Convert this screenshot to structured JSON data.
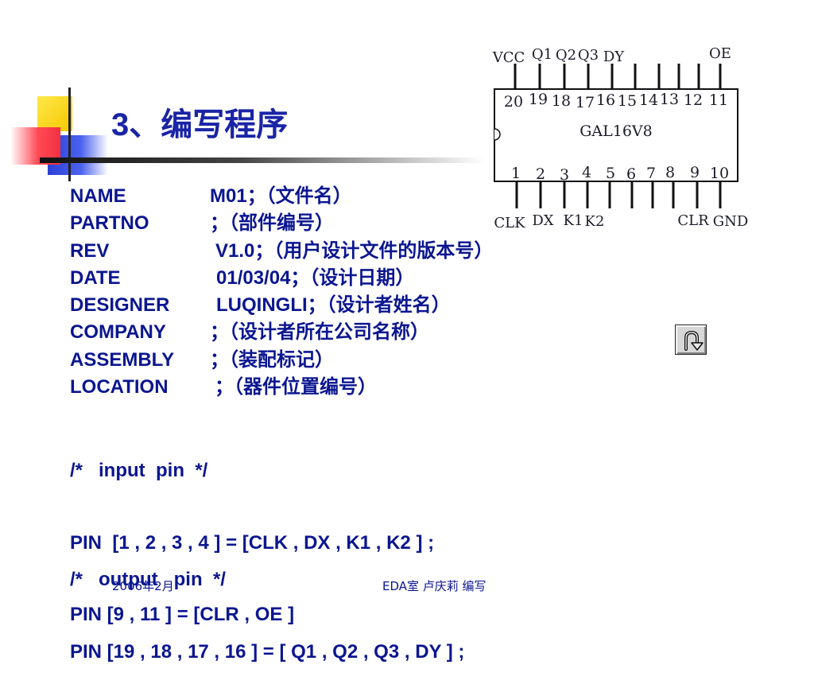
{
  "slide": {
    "title": "3、编写程序",
    "header_rows": [
      {
        "key": "NAME",
        "value": "M01；（文件名）"
      },
      {
        "key": "PARTNO",
        "value": "；（部件编号）"
      },
      {
        "key": "REV",
        "value": "V1.0；（用户设计文件的版本号）"
      },
      {
        "key": "DATE",
        "value": "01/03/04；（设计日期）"
      },
      {
        "key": "DESIGNER",
        "value": "LUQINGLI；（设计者姓名）"
      },
      {
        "key": "COMPANY",
        "value": "；（设计者所在公司名称）"
      },
      {
        "key": "ASSEMBLY",
        "value": "；（装配标记）"
      },
      {
        "key": "LOCATION",
        "value": "；（器件位置编号）"
      }
    ],
    "input_block": [
      "/*   input  pin  */",
      "PIN  [1 , 2 , 3 , 4 ] = [CLK , DX , K1 , K2 ] ;",
      "PIN [9 , 11 ] = [CLR , OE ]"
    ],
    "output_block": [
      "/*   output   pin  */",
      "PIN [19 , 18 , 17 , 16 ] = [ Q1 , Q2 , Q3 , DY ] ;"
    ]
  },
  "chip": {
    "name": "GAL16V8",
    "top_pin_numbers": [
      "20",
      "19",
      "18",
      "17",
      "16",
      "15",
      "14",
      "13",
      "12",
      "11"
    ],
    "bottom_pin_numbers": [
      "1",
      "2",
      "3",
      "4",
      "5",
      "6",
      "7",
      "8",
      "9",
      "10"
    ],
    "top_labels": [
      "VCC",
      "Q1",
      "Q2",
      "Q3",
      "DY",
      "OE"
    ],
    "bottom_labels": [
      "CLK",
      "DX",
      "K1",
      "K2",
      "CLR",
      "GND"
    ]
  },
  "footer": {
    "date": "2006年2月",
    "credit": "EDA室   卢庆莉   编写"
  },
  "icons": {
    "return_button": "u-turn-arrow-icon"
  }
}
